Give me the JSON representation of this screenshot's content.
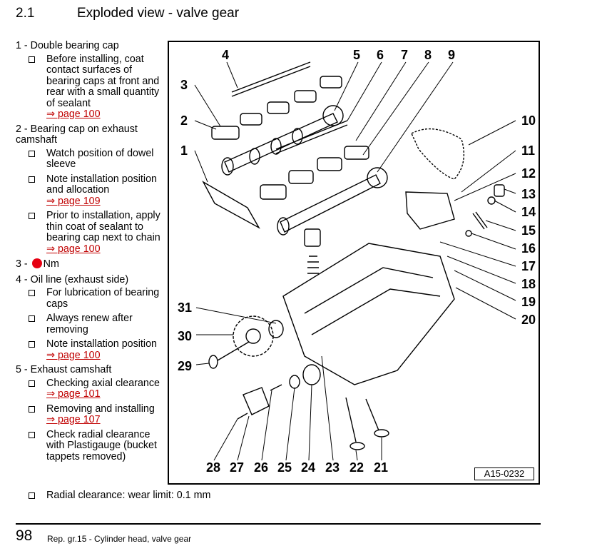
{
  "header": {
    "number": "2.1",
    "title": "Exploded view - valve gear"
  },
  "items": [
    {
      "head": "1 - Double bearing cap",
      "bullets": [
        {
          "text": "Before installing, coat contact surfaces of bearing caps at front and rear with a small quantity of sealant",
          "link": "⇒ page 100"
        }
      ]
    },
    {
      "head": "2 - Bearing cap on exhaust camshaft",
      "bullets": [
        {
          "text": "Watch position of dowel sleeve",
          "link": ""
        },
        {
          "text": "Note installation position and allocation",
          "link": "⇒ page 109"
        },
        {
          "text": "Prior to installation, apply thin coat of sealant to bearing cap next to chain",
          "link": "⇒ page 100"
        }
      ]
    },
    {
      "head_prefix": "3 -",
      "head_suffix": "Nm",
      "torque_color": "#e60012"
    },
    {
      "head": "4 - Oil line (exhaust side)",
      "bullets": [
        {
          "text": "For lubrication of bearing caps",
          "link": ""
        },
        {
          "text": "Always renew after removing",
          "link": ""
        },
        {
          "text": "Note installation position",
          "link": "⇒ page 100"
        }
      ]
    },
    {
      "head": "5 - Exhaust camshaft",
      "bullets": [
        {
          "text": "Checking axial clearance",
          "link": "⇒ page 101"
        },
        {
          "text": "Removing and installing",
          "link": "⇒ page 107"
        },
        {
          "text": "Check radial clearance with Plastigauge (bucket tappets removed)",
          "link": ""
        }
      ]
    }
  ],
  "last_bullet": "Radial clearance: wear limit: 0.1 mm",
  "diagram": {
    "labels": [
      "1",
      "2",
      "3",
      "4",
      "5",
      "6",
      "7",
      "8",
      "9",
      "10",
      "11",
      "12",
      "13",
      "14",
      "15",
      "16",
      "17",
      "18",
      "19",
      "20",
      "21",
      "22",
      "23",
      "24",
      "25",
      "26",
      "27",
      "28",
      "29",
      "30",
      "31"
    ],
    "figure_ref": "A15-0232"
  },
  "footer": {
    "page": "98",
    "text": "Rep. gr.15 - Cylinder head, valve gear"
  },
  "colors": {
    "link": "#c00000",
    "torque_dot": "#e60012"
  }
}
